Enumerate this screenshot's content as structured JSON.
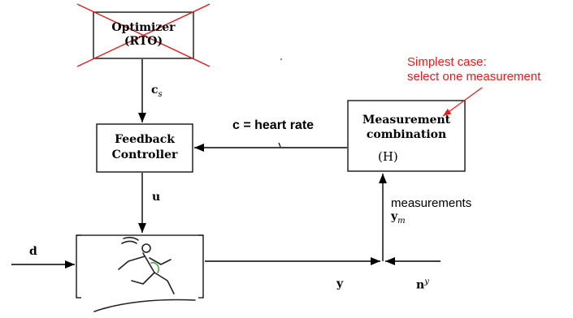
{
  "colors": {
    "line": "#000000",
    "annotation": "#e81b1b",
    "box_fill": "#ffffff"
  },
  "optimizer": {
    "line1": "Optimizer",
    "line2": "(RTO)",
    "status": "crossed-out"
  },
  "cs_label": "c",
  "cs_sub": "s",
  "feedback_controller": {
    "line1": "Feedback",
    "line2": "Controller"
  },
  "signal_c": "c = heart rate",
  "measurement_combination": {
    "line1": "Measurement",
    "line2": "combination",
    "matrix": "(H)"
  },
  "annotation": {
    "line1": "Simplest case:",
    "line2": "select one measurement"
  },
  "u_label": "u",
  "measurements": {
    "text": "measurements",
    "y": "y",
    "sub": "m"
  },
  "d_label": "d",
  "y_label": "y",
  "noise": {
    "n": "n",
    "sup": "y"
  },
  "process_icon": "runner-icon"
}
